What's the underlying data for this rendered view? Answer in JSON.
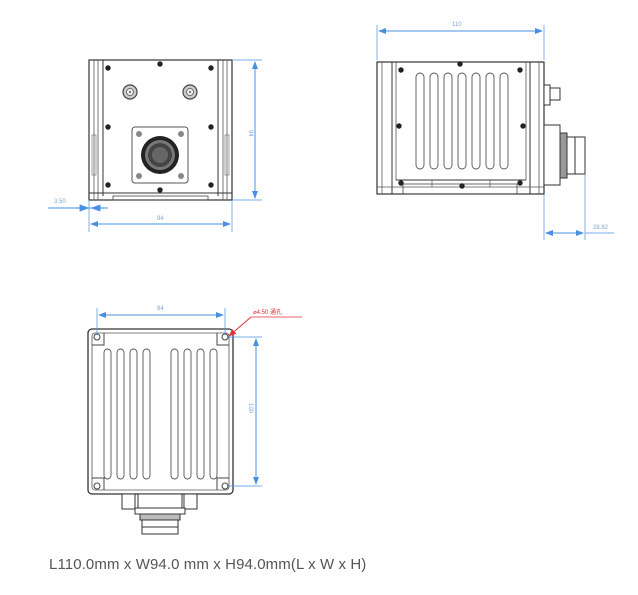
{
  "views": {
    "front": {
      "label": "front-view",
      "dim_width": "94",
      "dim_height": "94",
      "dim_offset": "3.50"
    },
    "side": {
      "label": "side-view",
      "dim_length": "110",
      "dim_connector": "28.82"
    },
    "top": {
      "label": "top-view",
      "dim_width": "84",
      "dim_length": "100",
      "hole_note": "⌀4.50 通孔"
    }
  },
  "caption": "L110.0mm x W94.0 mm x H94.0mm(L x W x H)",
  "colors": {
    "outline": "#333333",
    "dimension": "#4a90e2",
    "dimension_text": "#7fa6d8",
    "annotation": "#e0303a",
    "caption": "#555555"
  }
}
